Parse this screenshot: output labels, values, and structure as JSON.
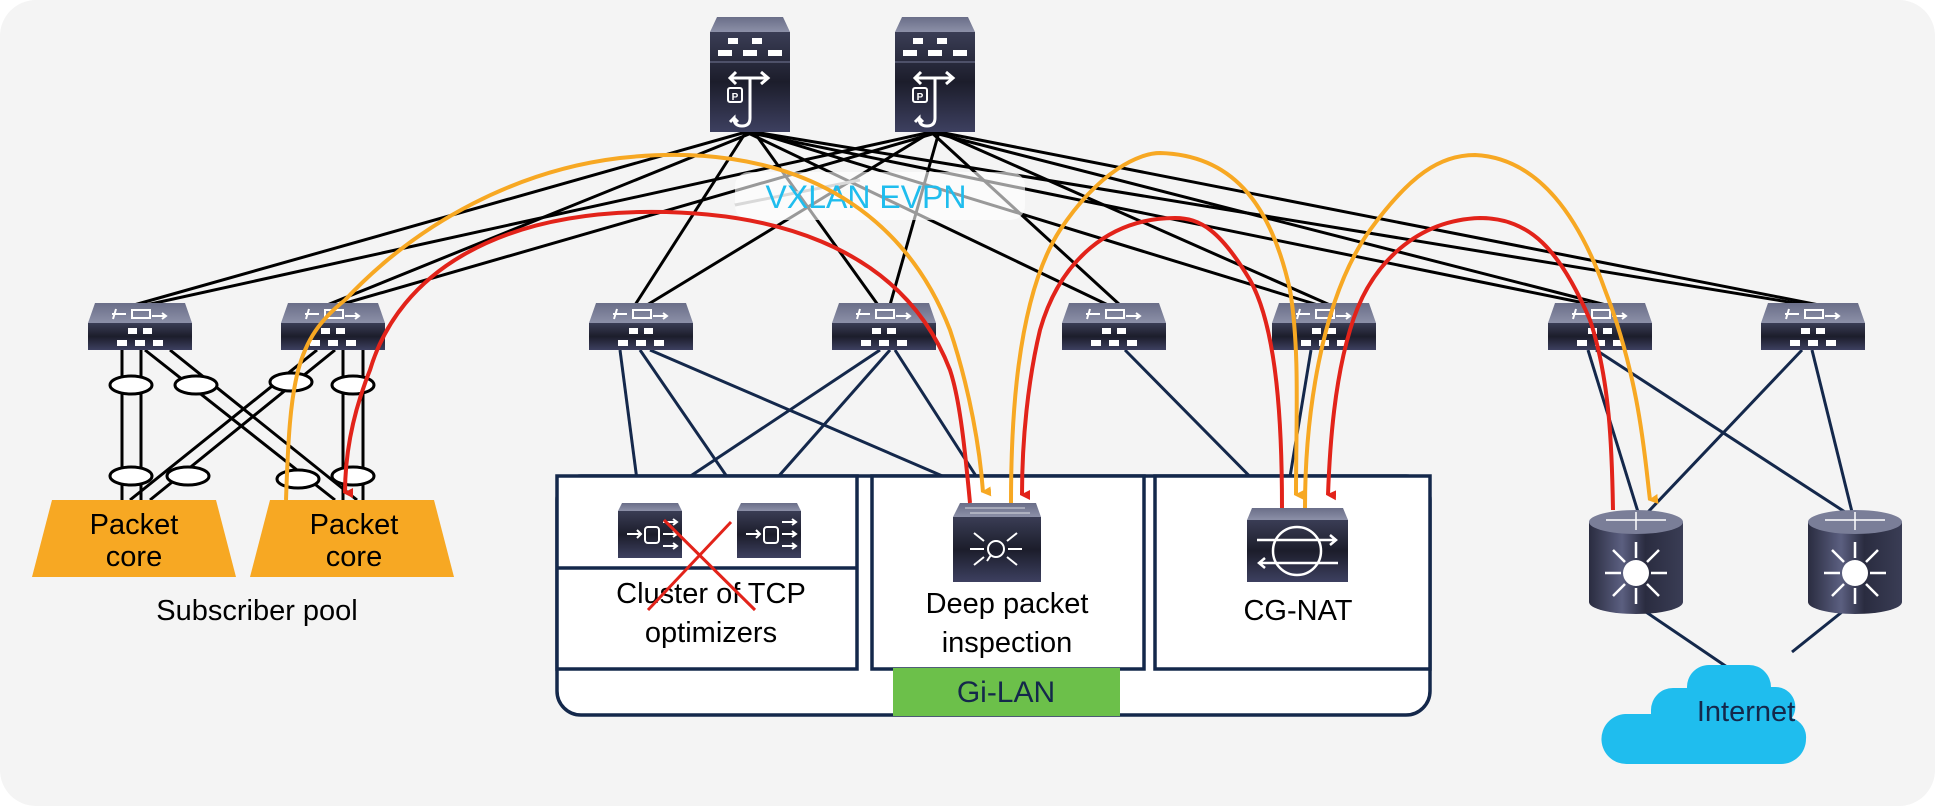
{
  "diagram": {
    "overlay_label": "VXLAN EVPN",
    "spines": [
      {
        "id": "spine-1",
        "icon": "spine-switch-icon"
      },
      {
        "id": "spine-2",
        "icon": "spine-switch-icon"
      }
    ],
    "leaves": [
      {
        "id": "leaf-1"
      },
      {
        "id": "leaf-2"
      },
      {
        "id": "leaf-3"
      },
      {
        "id": "leaf-4"
      },
      {
        "id": "leaf-5"
      },
      {
        "id": "leaf-6"
      },
      {
        "id": "leaf-7"
      },
      {
        "id": "leaf-8"
      }
    ],
    "subscriber_pool": {
      "label": "Subscriber pool",
      "packet_cores": [
        {
          "line1": "Packet",
          "line2": "core"
        },
        {
          "line1": "Packet",
          "line2": "core"
        }
      ]
    },
    "gi_lan": {
      "label": "Gi-LAN",
      "services": [
        {
          "line1": "Cluster of TCP",
          "line2": "optimizers",
          "icon": "tcp-optimizer-icon",
          "status": "bypassed"
        },
        {
          "line1": "Deep packet",
          "line2": "inspection",
          "icon": "dpi-icon"
        },
        {
          "line1": "CG-NAT",
          "line2": "",
          "icon": "nat-icon"
        }
      ]
    },
    "internet": {
      "label": "Internet"
    },
    "colors": {
      "background": "#f4f4f4",
      "fabric_link": "#000000",
      "access_link": "#14284b",
      "flow_orange": "#f7a823",
      "flow_red": "#e2231a",
      "packet_core": "#f7a823",
      "gi_lan_badge": "#6cc04a",
      "internet_cloud": "#1fbdee",
      "overlay_text": "#1fbdee",
      "device": "#2d2f45"
    }
  }
}
